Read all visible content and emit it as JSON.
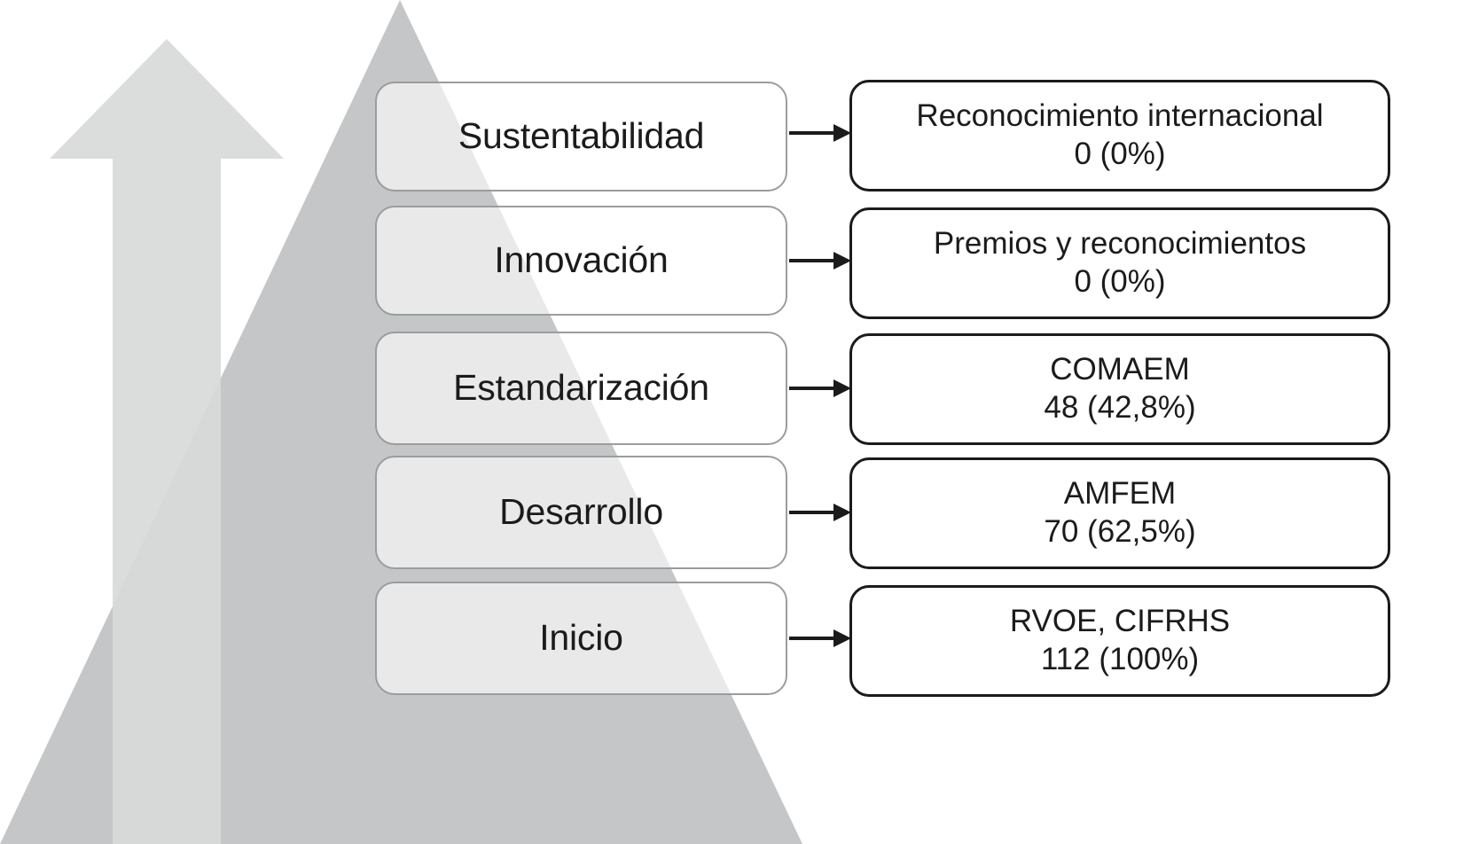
{
  "diagram": {
    "type": "pyramid-stage-flow",
    "title_present": false,
    "background_color": "#ffffff",
    "arrow_graphic": {
      "name": "upward-growth-arrow",
      "color": "#d8dada"
    },
    "pyramid_graphic": {
      "name": "pyramid-triangle",
      "color": "#c4c6c7"
    },
    "connector": {
      "name": "right-arrow-connector",
      "color": "#1b1b1b",
      "count": 5
    }
  },
  "stages": [
    {
      "label": "Sustentabilidad"
    },
    {
      "label": "Innovación"
    },
    {
      "label": "Estandarización"
    },
    {
      "label": "Desarrollo"
    },
    {
      "label": "Inicio"
    }
  ],
  "results": [
    {
      "title": "Reconocimiento internacional",
      "value": "0 (0%)",
      "count": 0,
      "percent": 0
    },
    {
      "title": "Premios y reconocimientos",
      "value": "0 (0%)",
      "count": 0,
      "percent": 0
    },
    {
      "title": "COMAEM",
      "value": "48 (42,8%)",
      "count": 48,
      "percent": 42.8
    },
    {
      "title": "AMFEM",
      "value": "70 (62,5%)",
      "count": 70,
      "percent": 62.5
    },
    {
      "title": "RVOE, CIFRHS",
      "value": "112 (100%)",
      "count": 112,
      "percent": 100
    }
  ],
  "colors": {
    "arrow_light_gray": "#d8dada",
    "pyramid_gray": "#c4c6c7",
    "stage_border": "#9a9d9e",
    "result_border": "#1b1b1b",
    "text": "#1b1b1b"
  }
}
